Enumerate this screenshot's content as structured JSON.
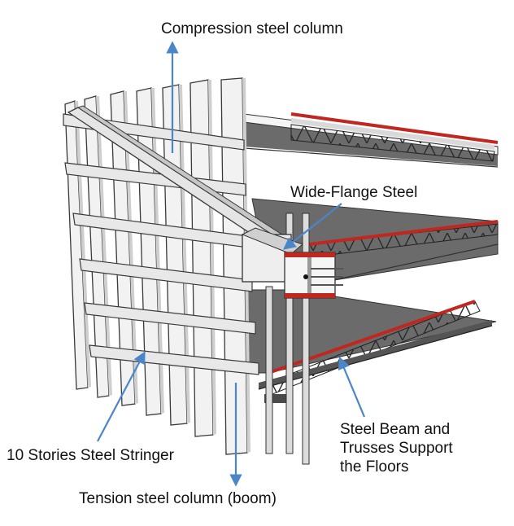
{
  "labels": {
    "compression_column": "Compression steel column",
    "wide_flange": "Wide-Flange Steel",
    "stringer": "10 Stories Steel Stringer",
    "beam_trusses": "Steel Beam and\nTrusses Support\n the Floors",
    "tension_column": "Tension steel column (boom)"
  },
  "colors": {
    "arrow": "#4a86c8",
    "floor_edge": "#c0271f",
    "floor_slab": "#6b6b6b",
    "steel_light": "#f2f2f2",
    "steel_outline": "#3a3a3a"
  }
}
